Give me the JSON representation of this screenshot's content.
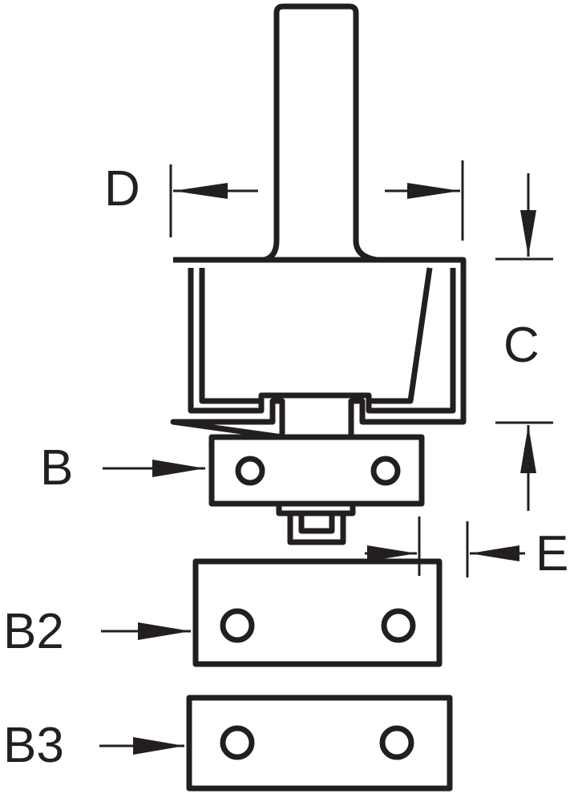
{
  "diagram": {
    "labels": {
      "d": "D",
      "c": "C",
      "b": "B",
      "e": "E",
      "b2": "B2",
      "b3": "B3"
    },
    "colors": {
      "line": "#231f20",
      "background": "#ffffff"
    }
  }
}
